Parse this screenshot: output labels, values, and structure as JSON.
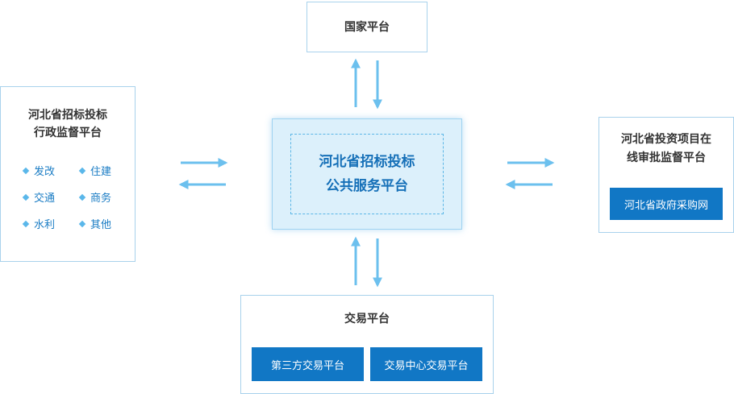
{
  "center": {
    "line1": "河北省招标投标",
    "line2": "公共服务平台"
  },
  "national": {
    "title": "国家平台"
  },
  "left": {
    "title_line1": "河北省招标投标",
    "title_line2": "行政监督平台",
    "items": [
      "发改",
      "住建",
      "交通",
      "商务",
      "水利",
      "其他"
    ]
  },
  "right": {
    "title_line1": "河北省投资项目在",
    "title_line2": "线审批监督平台",
    "button": "河北省政府采购网"
  },
  "trading": {
    "title": "交易平台",
    "buttons": [
      "第三方交易平台",
      "交易中心交易平台"
    ]
  },
  "colors": {
    "arrow": "#6cc0ee",
    "button_bg": "#1177c5",
    "center_bg": "#dcf0fb",
    "border": "#a9d2ec"
  }
}
